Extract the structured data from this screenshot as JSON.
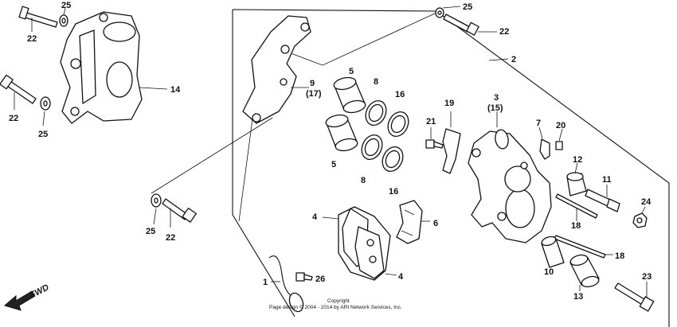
{
  "callouts": {
    "c1": "1",
    "c2": "2",
    "c3": "3",
    "c3_sub": "(15)",
    "c4a": "4",
    "c4b": "4",
    "c5a": "5",
    "c5b": "5",
    "c6": "6",
    "c7": "7",
    "c8a": "8",
    "c8b": "8",
    "c9": "9",
    "c9_sub": "(17)",
    "c10": "10",
    "c11": "11",
    "c12": "12",
    "c13": "13",
    "c14": "14",
    "c16a": "16",
    "c16b": "16",
    "c18a": "18",
    "c18b": "18",
    "c19": "19",
    "c20": "20",
    "c21": "21",
    "c22a": "22",
    "c22b": "22",
    "c22c": "22",
    "c22d": "22",
    "c23": "23",
    "c24": "24",
    "c25a": "25",
    "c25b": "25",
    "c25c": "25",
    "c25d": "25",
    "c26": "26"
  },
  "fwd_label": "FWD",
  "copyright": {
    "line1": "Copyright",
    "line2": "Page design © 2004 - 2014 by ARI Network Services, Inc."
  }
}
